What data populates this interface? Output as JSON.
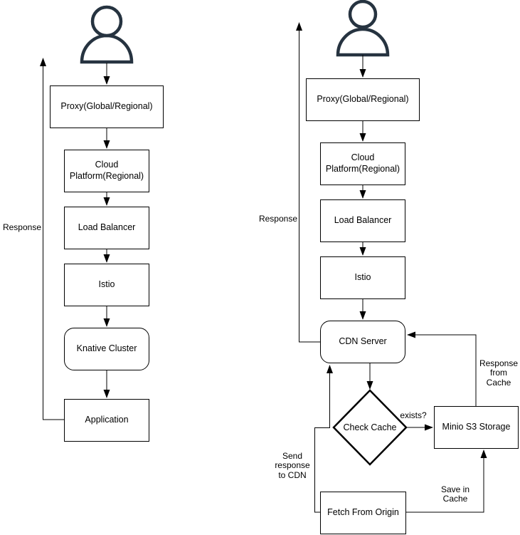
{
  "left_flow": {
    "person": "user-icon",
    "nodes": {
      "proxy": "Proxy(Global/Regional)",
      "cloud": "Cloud Platform(Regional)",
      "load_balancer": "Load Balancer",
      "istio": "Istio",
      "knative": "Knative Cluster",
      "application": "Application"
    },
    "labels": {
      "response": "Response"
    }
  },
  "right_flow": {
    "person": "user-icon",
    "nodes": {
      "proxy": "Proxy(Global/Regional)",
      "cloud": "Cloud Platform(Regional)",
      "load_balancer": "Load Balancer",
      "istio": "Istio",
      "cdn": "CDN Server",
      "check_cache": "Check Cache",
      "minio": "Minio S3 Storage",
      "fetch_origin": "Fetch From Origin"
    },
    "labels": {
      "response": "Response",
      "exists": "exists?",
      "response_from_cache": "Response from Cache",
      "send_response_to_cdn": "Send response to CDN",
      "save_in_cache": "Save in Cache"
    }
  },
  "colors": {
    "person_stroke": "#263340",
    "line": "#000000"
  }
}
